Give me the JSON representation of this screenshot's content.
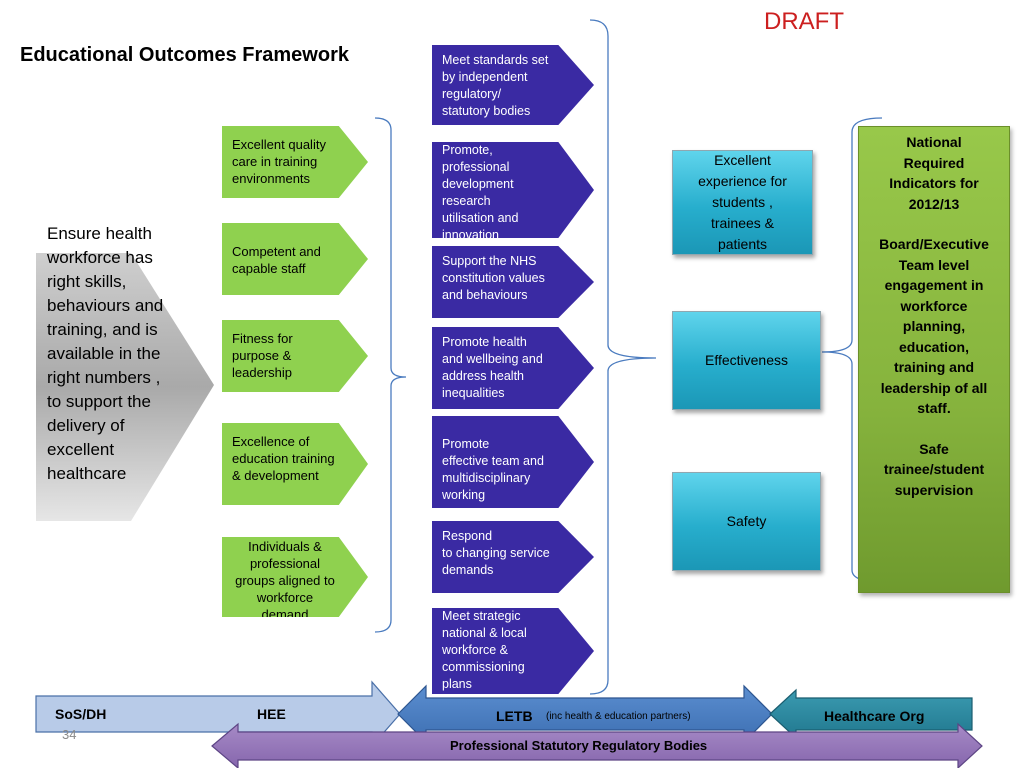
{
  "draft_label": "DRAFT",
  "title": "Educational Outcomes Framework",
  "intro_text": "Ensure health workforce has right skills, behaviours and training, and is available in the right numbers , to support the delivery of excellent healthcare",
  "green_items": [
    "Excellent quality care in training environments",
    "Competent and capable staff",
    "Fitness for purpose & leadership",
    "Excellence of education training & development",
    "Individuals & professional groups aligned to workforce demand"
  ],
  "purple_items": [
    "Meet standards set\nby independent\nregulatory/\nstatutory bodies",
    "Promote,\nprofessional\ndevelopment\nresearch\nutilisation and\ninnovation",
    "Support  the NHS\nconstitution values\nand behaviours",
    "Promote health\nand wellbeing and\naddress health\ninequalities",
    "Promote\neffective  team and\nmultidisciplinary\nworking",
    "Respond\nto changing service\ndemands",
    "Meet strategic\nnational & local\nworkforce &\ncommissioning\nplans"
  ],
  "outcomes": {
    "experience": "Excellent experience for students , trainees & patients",
    "effectiveness": "Effectiveness",
    "safety": "Safety"
  },
  "national": {
    "heading": "National\nRequired\nIndicators for\n2012/13",
    "board": "Board/Executive\nTeam level\nengagement in\nworkforce\nplanning,\neducation,\ntraining and\nleadership of all\nstaff.",
    "safe": "Safe\ntrainee/student\nsupervision"
  },
  "bottom_bar": {
    "sos": "SoS/DH",
    "hee": "HEE",
    "letb": "LETB",
    "letb_note": "(inc health & education partners)",
    "healthcare_org": "Healthcare Org",
    "psrb": "Professional Statutory Regulatory  Bodies"
  },
  "slide_number": "34"
}
